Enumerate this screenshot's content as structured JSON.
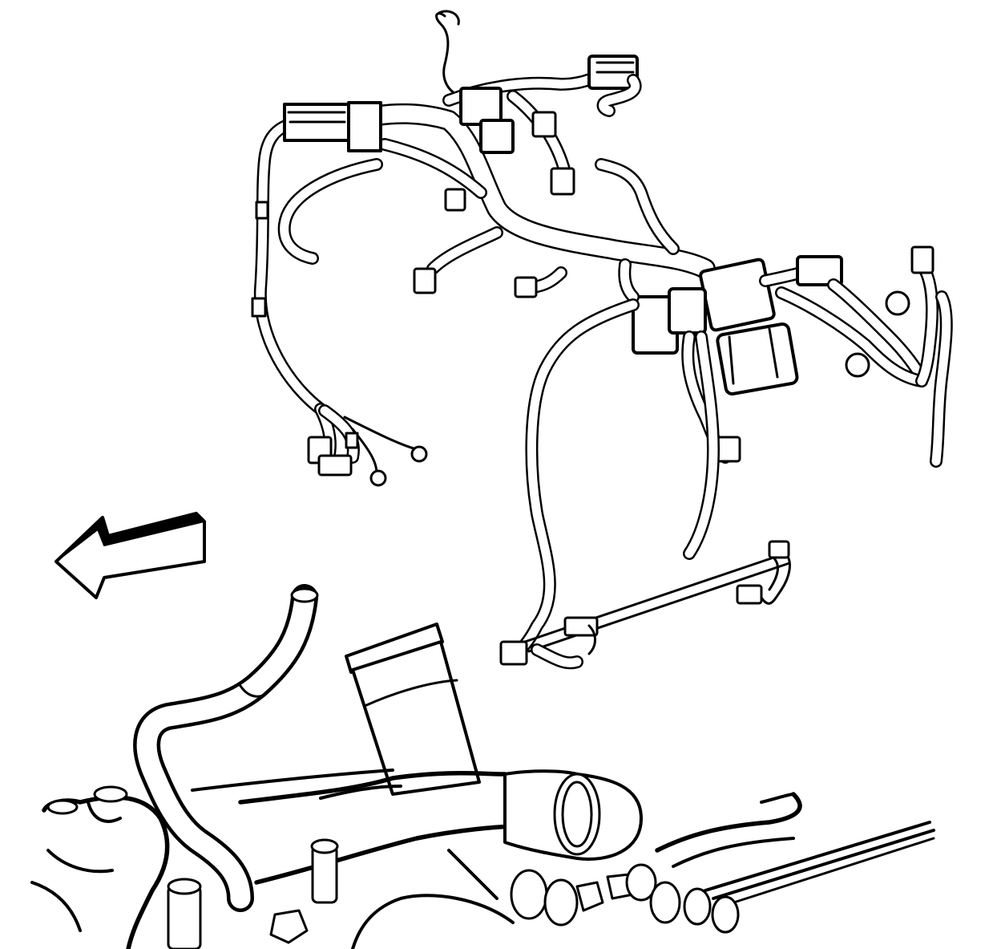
{
  "diagram": {
    "kind": "line-art",
    "subject": "engine-wiring-harness",
    "parts": [
      {
        "id": "wiring-harness",
        "present": true
      },
      {
        "id": "direction-arrow",
        "direction": "left",
        "present": true
      },
      {
        "id": "coolant-pipe",
        "present": true
      },
      {
        "id": "throttle-body-inlet-tube",
        "present": true
      },
      {
        "id": "engine-block",
        "present": true
      }
    ],
    "colors": {
      "line": "#000000",
      "background": "#ffffff"
    }
  }
}
